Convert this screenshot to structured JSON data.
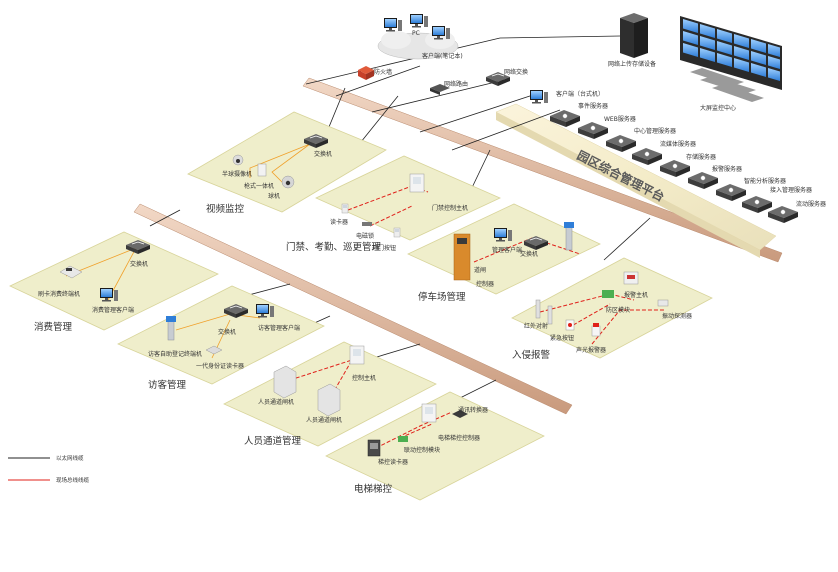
{
  "platform_band": {
    "label": "园区综合管理平台"
  },
  "top_devices": {
    "cloud": "PC",
    "cloud_sub": "客户端(笔记本)",
    "firewall": "防火墙",
    "switch_top": "网络交换",
    "router": "网络路由",
    "client": "客户端（台式机）",
    "storage": "网络上传存储设备",
    "monitor_center": "大屏监控中心"
  },
  "servers": [
    "事件服务器",
    "WEB服务器",
    "中心管理服务器",
    "流媒体服务器",
    "存储服务器",
    "报警服务器",
    "智能分析服务器",
    "接入管理服务器",
    "流动服务器"
  ],
  "zones": {
    "cctv": {
      "title": "视频监控",
      "labels": [
        "交换机",
        "半球摄像机",
        "枪式一体机",
        "球机"
      ]
    },
    "access": {
      "title": "门禁、考勤、巡更管理",
      "labels": [
        "门禁控制主机",
        "读卡器",
        "电磁锁",
        "开门按钮"
      ]
    },
    "parking": {
      "title": "停车场管理",
      "labels": [
        "管理客户端",
        "交换机",
        "道闸",
        "控制器"
      ]
    },
    "intrusion": {
      "title": "入侵报警",
      "labels": [
        "报警主机",
        "防区模块",
        "红外对射",
        "紧急按钮",
        "声光报警器",
        "振动探测器"
      ]
    },
    "consume": {
      "title": "消费管理",
      "labels": [
        "交换机",
        "刷卡消费终端机",
        "消费管理客户端"
      ]
    },
    "visitor": {
      "title": "访客管理",
      "labels": [
        "交换机",
        "访客管理客户端",
        "访客自助登记终端机",
        "一代身份证读卡器"
      ]
    },
    "passage": {
      "title": "人员通道管理",
      "labels": [
        "控制主机",
        "人员通道闸机",
        "人员通道闸机"
      ]
    },
    "elevator": {
      "title": "电梯梯控",
      "labels": [
        "通讯转换器",
        "电梯梯控控制器",
        "联动控制模块",
        "梯控读卡器"
      ]
    }
  },
  "legend": [
    {
      "label": "以太网线缆",
      "color": "#222222"
    },
    {
      "label": "现场总线线缆",
      "color": "#e0201a"
    }
  ],
  "colors": {
    "zone_fill": "#efeecb",
    "zone_stroke": "#d8d49a",
    "field_bus": "#e0201a",
    "ethernet": "#222222",
    "pipe": "#d9b49a",
    "signal": "#f0a02a"
  }
}
